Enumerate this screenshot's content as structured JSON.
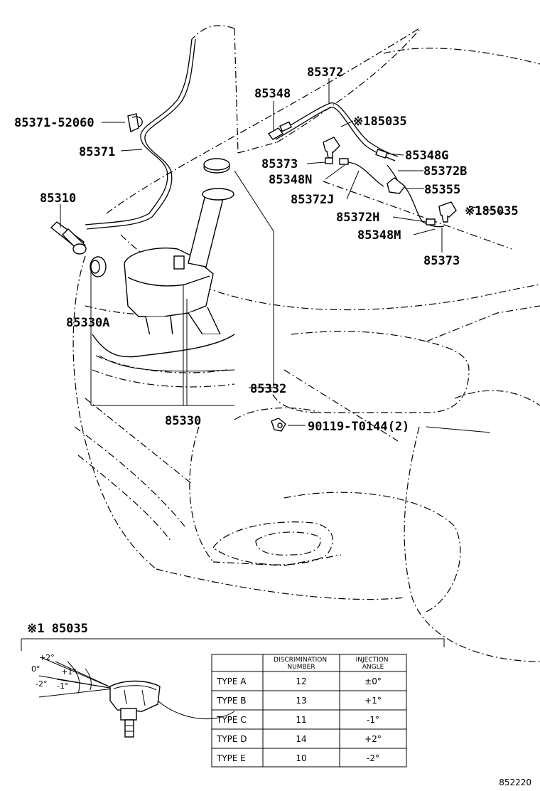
{
  "diagram": {
    "callouts": [
      {
        "id": "c1",
        "text": "85372"
      },
      {
        "id": "c2",
        "text": "85348"
      },
      {
        "id": "c3",
        "text": "※185035"
      },
      {
        "id": "c4",
        "text": "85371-52060"
      },
      {
        "id": "c5",
        "text": "85371"
      },
      {
        "id": "c6",
        "text": "85348G"
      },
      {
        "id": "c7",
        "text": "85373"
      },
      {
        "id": "c8",
        "text": "85372B"
      },
      {
        "id": "c9",
        "text": "85348N"
      },
      {
        "id": "c10",
        "text": "85355"
      },
      {
        "id": "c11",
        "text": "85310"
      },
      {
        "id": "c12",
        "text": "85372J"
      },
      {
        "id": "c13",
        "text": "※185035"
      },
      {
        "id": "c14",
        "text": "85372H"
      },
      {
        "id": "c15",
        "text": "85348M"
      },
      {
        "id": "c16",
        "text": "85373"
      },
      {
        "id": "c17",
        "text": "85330A"
      },
      {
        "id": "c18",
        "text": "85332"
      },
      {
        "id": "c19",
        "text": "85330"
      },
      {
        "id": "c20",
        "text": "90119-T0144(2)"
      }
    ],
    "detail_title": "※1 85035",
    "angles": [
      "+2°",
      "+1°",
      "0°",
      "-2°",
      "-1°"
    ],
    "table": {
      "headers": [
        "",
        "DISCRIMINATION NUMBER",
        "INJECTION ANGLE"
      ],
      "rows": [
        [
          "TYPE  A",
          "12",
          "±0°"
        ],
        [
          "TYPE  B",
          "13",
          "+1°"
        ],
        [
          "TYPE  C",
          "11",
          "-1°"
        ],
        [
          "TYPE  D",
          "14",
          "+2°"
        ],
        [
          "TYPE  E",
          "10",
          "-2°"
        ]
      ]
    },
    "figure_number": "852220"
  }
}
